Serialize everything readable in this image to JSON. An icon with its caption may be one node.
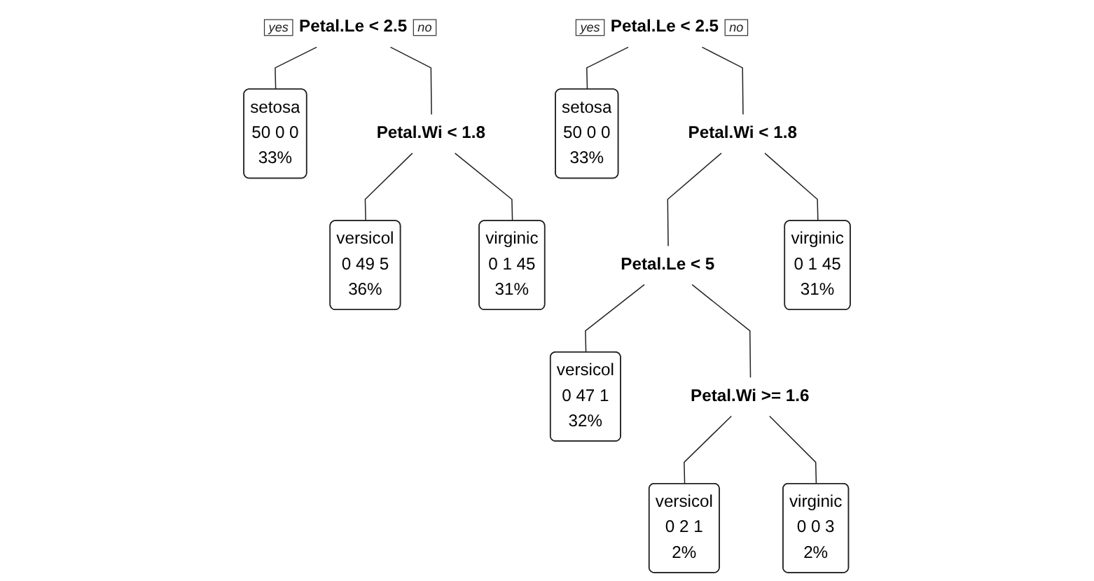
{
  "diagram": {
    "nodes": [
      {
        "text": [
          "Petal.Le < 2.5"
        ],
        "beside": [
          "yes",
          "no"
        ]
      },
      {
        "text": [
          "setosa",
          "50 0 0",
          "33%"
        ]
      },
      {
        "text": [
          "Petal.Wi < 1.8"
        ]
      },
      {
        "text": [
          "versicol",
          "0 49 5",
          "36%"
        ]
      },
      {
        "text": [
          "virginic",
          "0 1 45",
          "31%"
        ]
      },
      {
        "text": [
          "Petal.Le < 2.5"
        ],
        "beside": [
          "yes",
          "no"
        ]
      },
      {
        "text": [
          "setosa",
          "50 0 0",
          "33%"
        ]
      },
      {
        "text": [
          "Petal.Wi < 1.8"
        ]
      },
      {
        "text": [
          "Petal.Le < 5"
        ]
      },
      {
        "text": [
          "virginic",
          "0 1 45",
          "31%"
        ]
      },
      {
        "text": [
          "versicol",
          "0 47 1",
          "32%"
        ]
      },
      {
        "text": [
          "Petal.Wi >= 1.6"
        ]
      },
      {
        "text": [
          "versicol",
          "0 2 1",
          "2%"
        ]
      },
      {
        "text": [
          "virginic",
          "0 0 3",
          "2%"
        ]
      }
    ],
    "edges": [
      {
        "from": 0,
        "to": 1,
        "arrow": "none"
      },
      {
        "from": 0,
        "to": 2,
        "arrow": "none"
      },
      {
        "from": 2,
        "to": 3,
        "arrow": "none"
      },
      {
        "from": 2,
        "to": 4,
        "arrow": "none"
      },
      {
        "from": 5,
        "to": 6,
        "arrow": "none"
      },
      {
        "from": 5,
        "to": 7,
        "arrow": "none"
      },
      {
        "from": 7,
        "to": 8,
        "arrow": "none"
      },
      {
        "from": 7,
        "to": 9,
        "arrow": "none"
      },
      {
        "from": 8,
        "to": 10,
        "arrow": "none"
      },
      {
        "from": 8,
        "to": 11,
        "arrow": "none"
      },
      {
        "from": 11,
        "to": 12,
        "arrow": "none"
      },
      {
        "from": 11,
        "to": 13,
        "arrow": "none"
      }
    ]
  }
}
